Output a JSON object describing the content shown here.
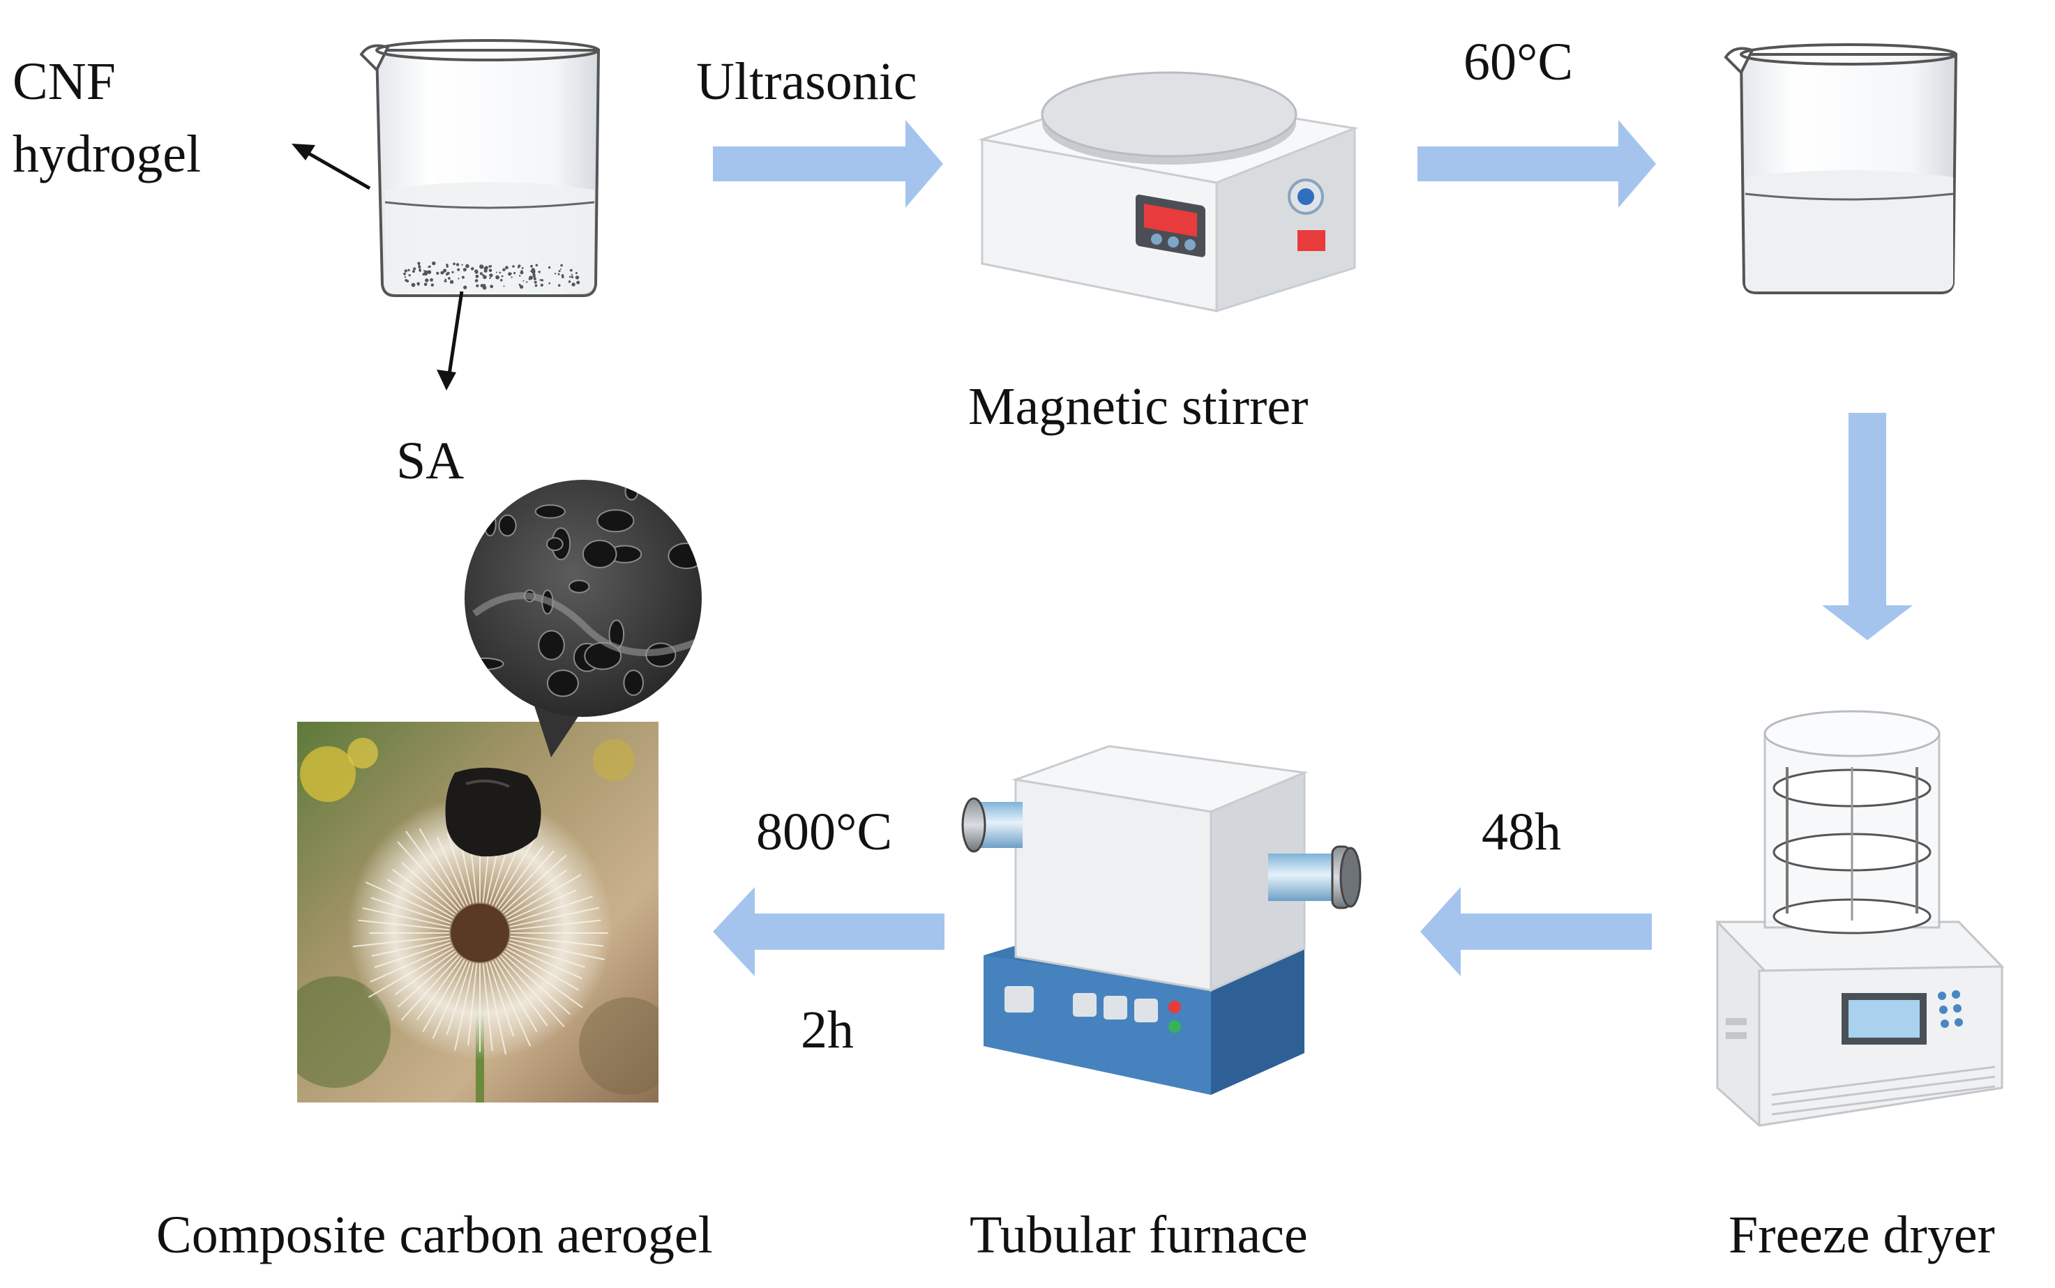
{
  "labels": {
    "cnf_line1": "CNF",
    "cnf_line2": "hydrogel",
    "sa": "SA",
    "ultrasonic": "Ultrasonic",
    "temp_60": "60°C",
    "magnetic_stirrer": "Magnetic stirrer",
    "freeze_dryer": "Freeze dryer",
    "time_48h": "48h",
    "temp_800": "800°C",
    "time_2h": "2h",
    "tubular_furnace": "Tubular furnace",
    "composite": "Composite carbon aerogel"
  },
  "colors": {
    "arrow": "#a4c4ee",
    "glass_liquid": "#eef1f3",
    "stirrer_body": "#f1f2f4",
    "display_red": "#e83b3b",
    "furnace_base": "#3c78b2",
    "dryer_screen": "#a8d2ee"
  }
}
